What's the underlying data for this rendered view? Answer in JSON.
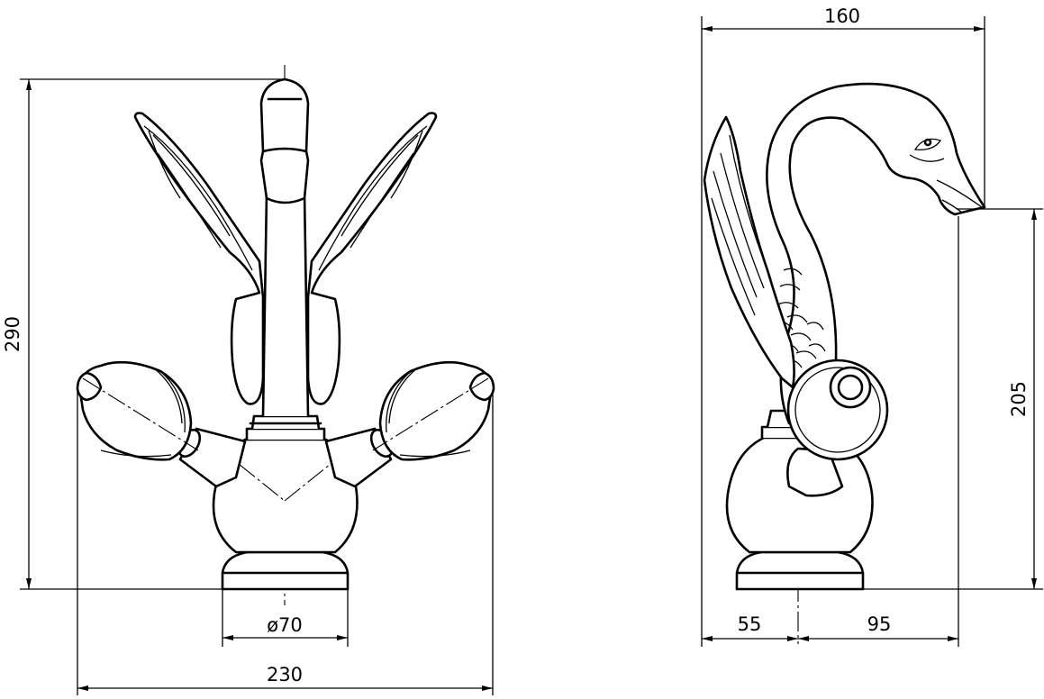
{
  "dimensions": {
    "front_height": "290",
    "front_base_diameter": "ø70",
    "front_overall_width": "230",
    "side_overall_width": "160",
    "side_spout_height": "205",
    "side_left_offset": "55",
    "side_right_offset": "95"
  },
  "colors": {
    "line": "#000000",
    "background": "#ffffff"
  }
}
